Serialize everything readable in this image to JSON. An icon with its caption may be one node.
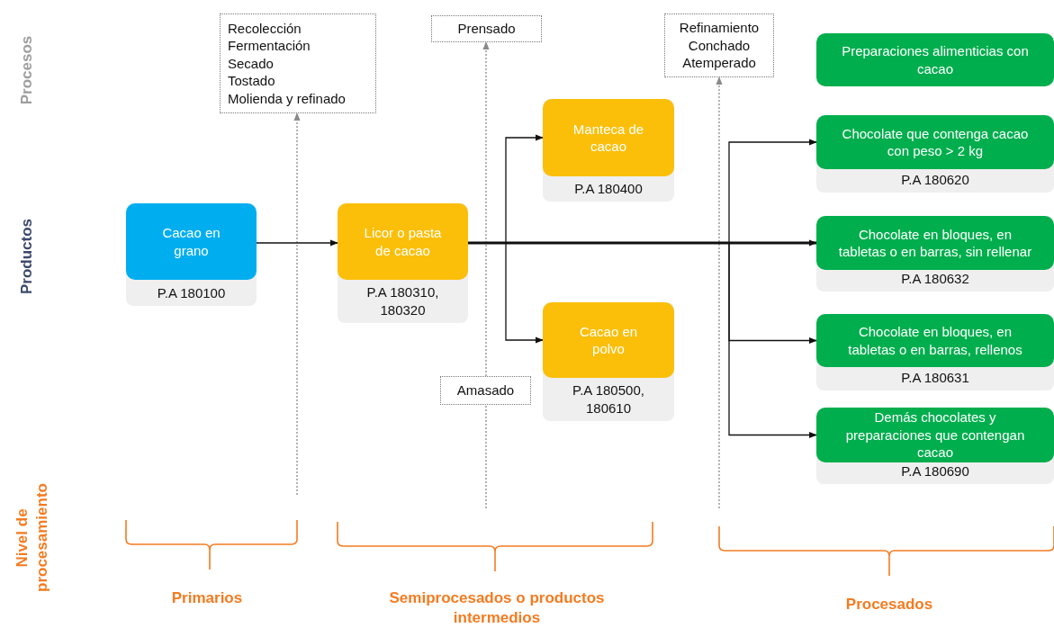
{
  "diagram": {
    "nodes": [
      {
        "text": [
          "Recolección",
          "Fermentación",
          "Secado",
          "Tostado",
          "Molienda y refinado"
        ]
      },
      {
        "text": [
          "Prensado"
        ]
      },
      {
        "text": [
          "Refinamiento",
          "Conchado",
          "Atemperado"
        ]
      },
      {
        "text": [
          "Preparaciones alimenticias con cacao"
        ]
      },
      {
        "text": [
          "Manteca de cacao"
        ],
        "beside": [
          "P.A 180400"
        ]
      },
      {
        "text": [
          "Chocolate que contenga cacao con peso > 2 kg"
        ],
        "beside": [
          "P.A 180620"
        ]
      },
      {
        "text": [
          "Cacao en grano"
        ],
        "beside": [
          "P.A 180100"
        ]
      },
      {
        "text": [
          "Licor o pasta de cacao"
        ],
        "beside": [
          "P.A 180310, 180320"
        ]
      },
      {
        "text": [
          "Chocolate en bloques, en tabletas o en barras, sin rellenar"
        ],
        "beside": [
          "P.A 180632"
        ]
      },
      {
        "text": [
          "Cacao en polvo"
        ],
        "beside": [
          "P.A 180500, 180610"
        ]
      },
      {
        "text": [
          "Amasado"
        ]
      },
      {
        "text": [
          "Chocolate en bloques, en tabletas o en barras, rellenos"
        ],
        "beside": [
          "P.A 180631"
        ]
      },
      {
        "text": [
          "Demás chocolates y preparaciones que contengan cacao"
        ],
        "beside": [
          "P.A 180690"
        ]
      }
    ],
    "edges": [
      {
        "from": null,
        "to": 0,
        "arrow": "to",
        "style": "dashed",
        "color": "#8a8a8a"
      },
      {
        "from": null,
        "to": 10,
        "arrow": "none",
        "style": "dashed",
        "color": "#8a8a8a"
      },
      {
        "from": 10,
        "to": 1,
        "arrow": "to",
        "style": "dashed",
        "color": "#8a8a8a"
      },
      {
        "from": null,
        "to": 2,
        "arrow": "to",
        "style": "dashed",
        "color": "#8a8a8a"
      },
      {
        "from": 6,
        "to": 7,
        "arrow": "to"
      },
      {
        "from": 7,
        "to": 4,
        "arrow": "to"
      },
      {
        "from": 7,
        "to": 9,
        "arrow": "to"
      },
      {
        "from": 7,
        "to": 8,
        "arrow": "to",
        "style": "thick"
      },
      {
        "from": 7,
        "to": 5,
        "arrow": "to"
      },
      {
        "from": 7,
        "to": 11,
        "arrow": "to"
      },
      {
        "from": 7,
        "to": 12,
        "arrow": "to"
      }
    ],
    "labels": [
      "Procesos",
      "Productos",
      "Nivel de procesamiento",
      "Primarios",
      "Semiprocesados o productos intermedios",
      "Procesados"
    ]
  }
}
